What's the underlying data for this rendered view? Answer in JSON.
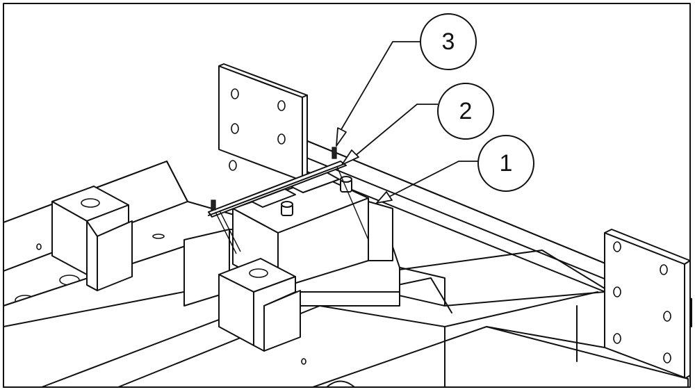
{
  "callouts": [
    {
      "id": "3",
      "label": "3"
    },
    {
      "id": "2",
      "label": "2"
    },
    {
      "id": "1",
      "label": "1"
    }
  ]
}
